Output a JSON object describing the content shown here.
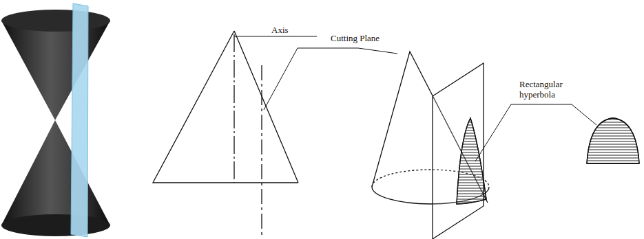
{
  "diagram": {
    "labels": [
      "Axis",
      "Cutting Plane",
      "Rectangular hyperbola"
    ]
  }
}
